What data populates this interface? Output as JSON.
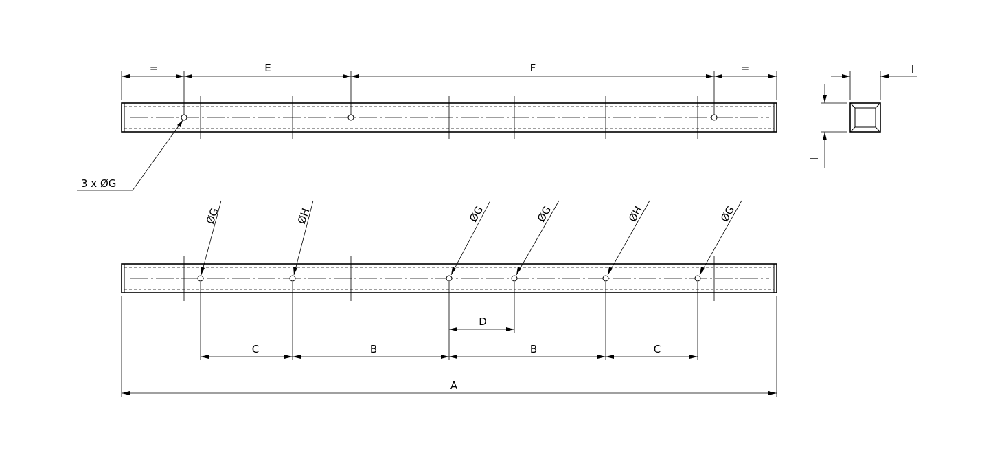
{
  "top_view": {
    "dimensions": {
      "left_equal": "=",
      "e": "E",
      "f": "F",
      "right_equal": "="
    },
    "hole_callout": "3 x ØG"
  },
  "section_view": {
    "size_label_horizontal": "I",
    "size_label_vertical": "I"
  },
  "front_view": {
    "hole_callouts": [
      "ØG",
      "ØH",
      "ØG",
      "ØG",
      "ØH",
      "ØG"
    ],
    "dimensions": {
      "c_left": "C",
      "b_left": "B",
      "d": "D",
      "b_right": "B",
      "c_right": "C",
      "overall": "A"
    }
  }
}
